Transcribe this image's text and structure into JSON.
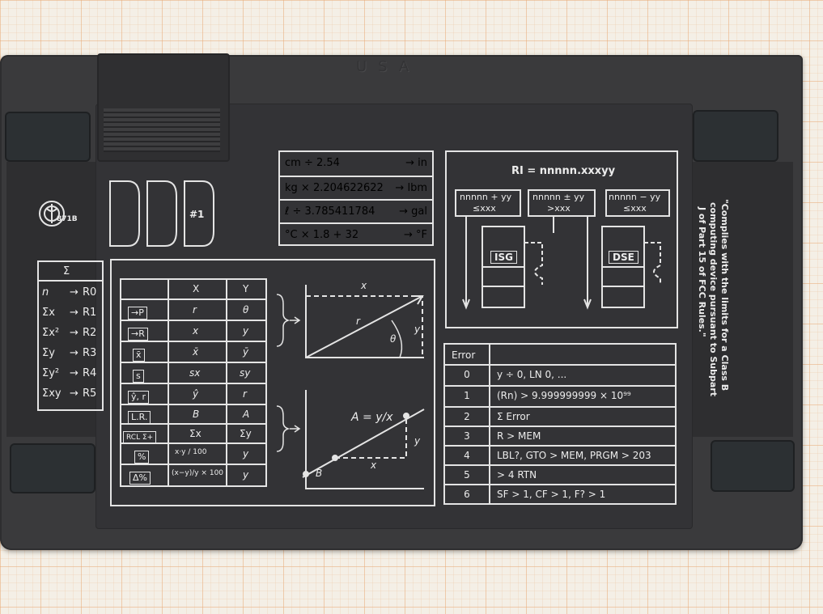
{
  "back_molding": "USA",
  "logo": {
    "code": "871B"
  },
  "battery_door": {
    "label": "#1"
  },
  "conversions": [
    {
      "left": "cm ÷ 2.54",
      "arrow": "→",
      "right": "in"
    },
    {
      "left": "kg × 2.204622622",
      "arrow": "→",
      "right": "lbm"
    },
    {
      "left": "ℓ ÷ 3.785411784",
      "arrow": "→",
      "right": "gal"
    },
    {
      "left": "°C × 1.8 + 32",
      "arrow": "→",
      "right": "°F"
    }
  ],
  "isg_dse": {
    "title": "RI = nnnnn.xxxyy",
    "boxes": [
      {
        "top": "nnnnn + yy",
        "bottom": "≤xxx"
      },
      {
        "top": "nnnnn ± yy",
        "bottom": ">xxx"
      },
      {
        "top": "nnnnn − yy",
        "bottom": "≤xxx"
      }
    ],
    "isg": "ISG",
    "dse": "DSE"
  },
  "sigma": {
    "header": "Σ",
    "rows": [
      {
        "label": "n",
        "reg": "R0"
      },
      {
        "label": "Σx",
        "reg": "R1"
      },
      {
        "label": "Σx²",
        "reg": "R2"
      },
      {
        "label": "Σy",
        "reg": "R3"
      },
      {
        "label": "Σy²",
        "reg": "R4"
      },
      {
        "label": "Σxy",
        "reg": "R5"
      }
    ]
  },
  "func_table": {
    "headers": [
      "X",
      "Y"
    ],
    "rows": [
      {
        "key": "→P",
        "x": "r",
        "y": "θ"
      },
      {
        "key": "→R",
        "x": "x",
        "y": "y"
      },
      {
        "key": "x̄",
        "x": "x̄",
        "y": "ȳ"
      },
      {
        "key": "s",
        "x": "sx",
        "y": "sy"
      },
      {
        "key": "ŷ, r",
        "x": "ŷ",
        "y": "r"
      },
      {
        "key": "L.R.",
        "x": "B",
        "y": "A"
      },
      {
        "key": "RCL Σ+",
        "x": "Σx",
        "y": "Σy"
      },
      {
        "key": "%",
        "x": "x·y / 100",
        "y": "y"
      },
      {
        "key": "Δ%",
        "x": "(x−y)/y × 100",
        "y": "y"
      }
    ]
  },
  "diagram1": {
    "x": "x",
    "r": "r",
    "y": "y",
    "theta": "θ"
  },
  "diagram2": {
    "formula": "A = y/x",
    "y": "y",
    "x": "x",
    "b": "B"
  },
  "errors": {
    "header": "Error",
    "rows": [
      {
        "num": "0",
        "msg": "y ÷ 0,  LN 0, ..."
      },
      {
        "num": "1",
        "msg": "(Rn) > 9.999999999 × 10⁹⁹"
      },
      {
        "num": "2",
        "msg": "Σ Error"
      },
      {
        "num": "3",
        "msg": "R > MEM"
      },
      {
        "num": "4",
        "msg": "LBL?, GTO > MEM, PRGM > 203"
      },
      {
        "num": "5",
        "msg": "> 4 RTN"
      },
      {
        "num": "6",
        "msg": "SF > 1, CF > 1, F? > 1"
      }
    ]
  },
  "fcc": {
    "line1": "\"Complies with the limits for a Class B",
    "line2": "computing device pursuant to Subpart",
    "line3": "J of Part 15 of FCC Rules.\""
  }
}
